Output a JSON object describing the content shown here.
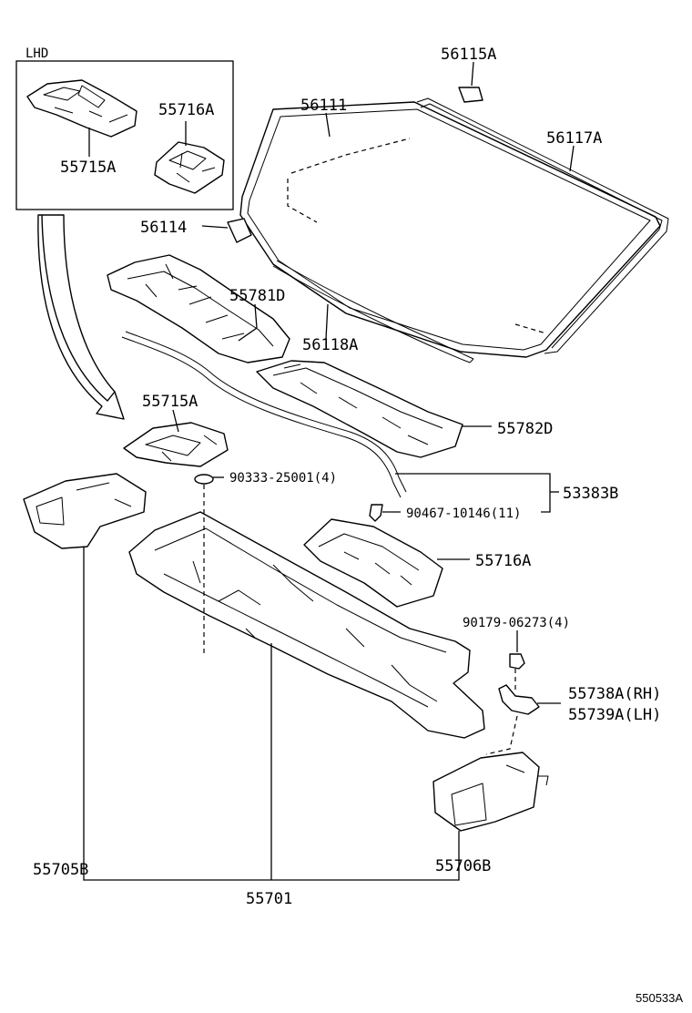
{
  "inset": {
    "title": "LHD"
  },
  "labels": {
    "p56115A": "56115A",
    "p56111": "56111",
    "p56117A": "56117A",
    "p55716A_top": "55716A",
    "p55715A_top": "55715A",
    "p56114": "56114",
    "p55781D": "55781D",
    "p56118A": "56118A",
    "p55715A": "55715A",
    "p55782D": "55782D",
    "p90333": "90333-25001(4)",
    "p53383B": "53383B",
    "p90467": "90467-10146(11)",
    "p55716A": "55716A",
    "p90179": "90179-06273(4)",
    "p55738A": "55738A(RH)",
    "p55739A": "55739A(LH)",
    "p55705B": "55705B",
    "p55706B": "55706B",
    "p55701": "55701"
  },
  "footer": {
    "ref": "550533A"
  }
}
